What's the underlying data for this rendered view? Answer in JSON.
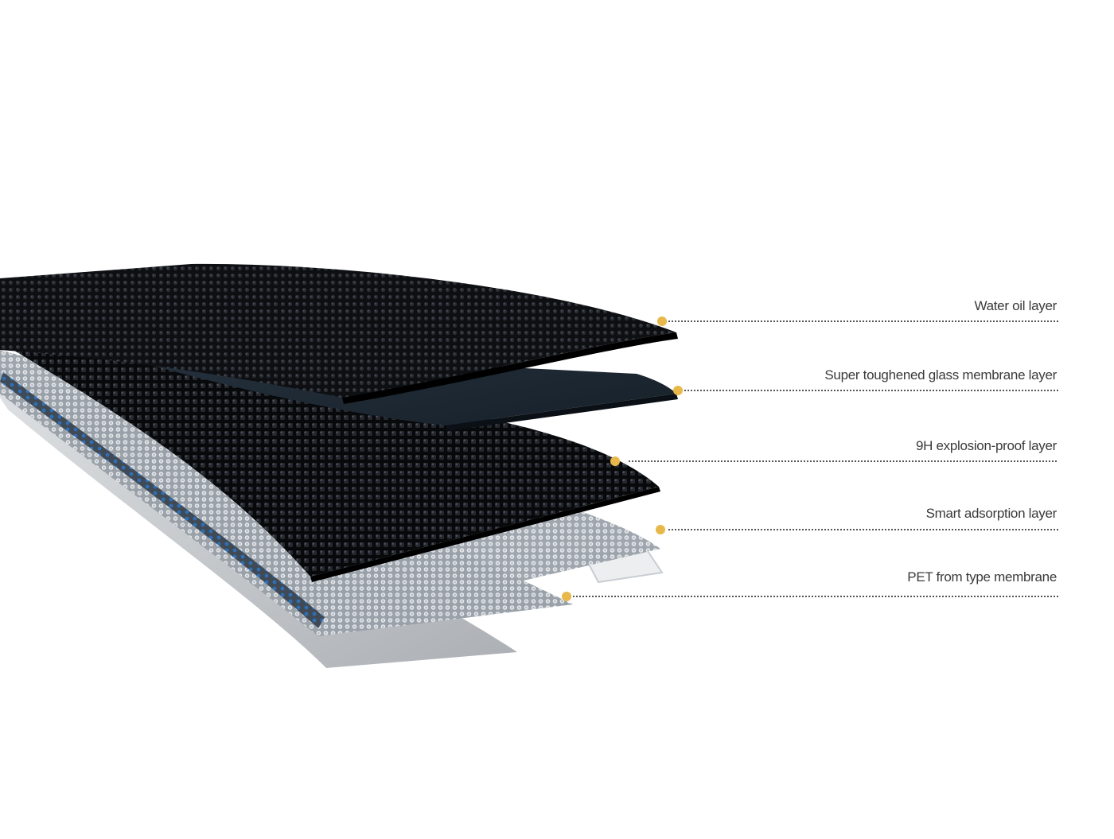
{
  "diagram": {
    "layers": [
      {
        "label": "Water oil layer"
      },
      {
        "label": "Super toughened glass membrane layer"
      },
      {
        "label": "9H explosion-proof layer"
      },
      {
        "label": "Smart adsorption layer"
      },
      {
        "label": "PET from type membrane"
      }
    ],
    "colors": {
      "marker": "#e8b84a",
      "leader_line": "#555555",
      "sheet_dark": "#121418",
      "glass": "#1f2a33",
      "mesh_light": "#b9bfc6",
      "mesh_edge": "#2f6fb6",
      "pet": "#cfd3d8"
    }
  }
}
